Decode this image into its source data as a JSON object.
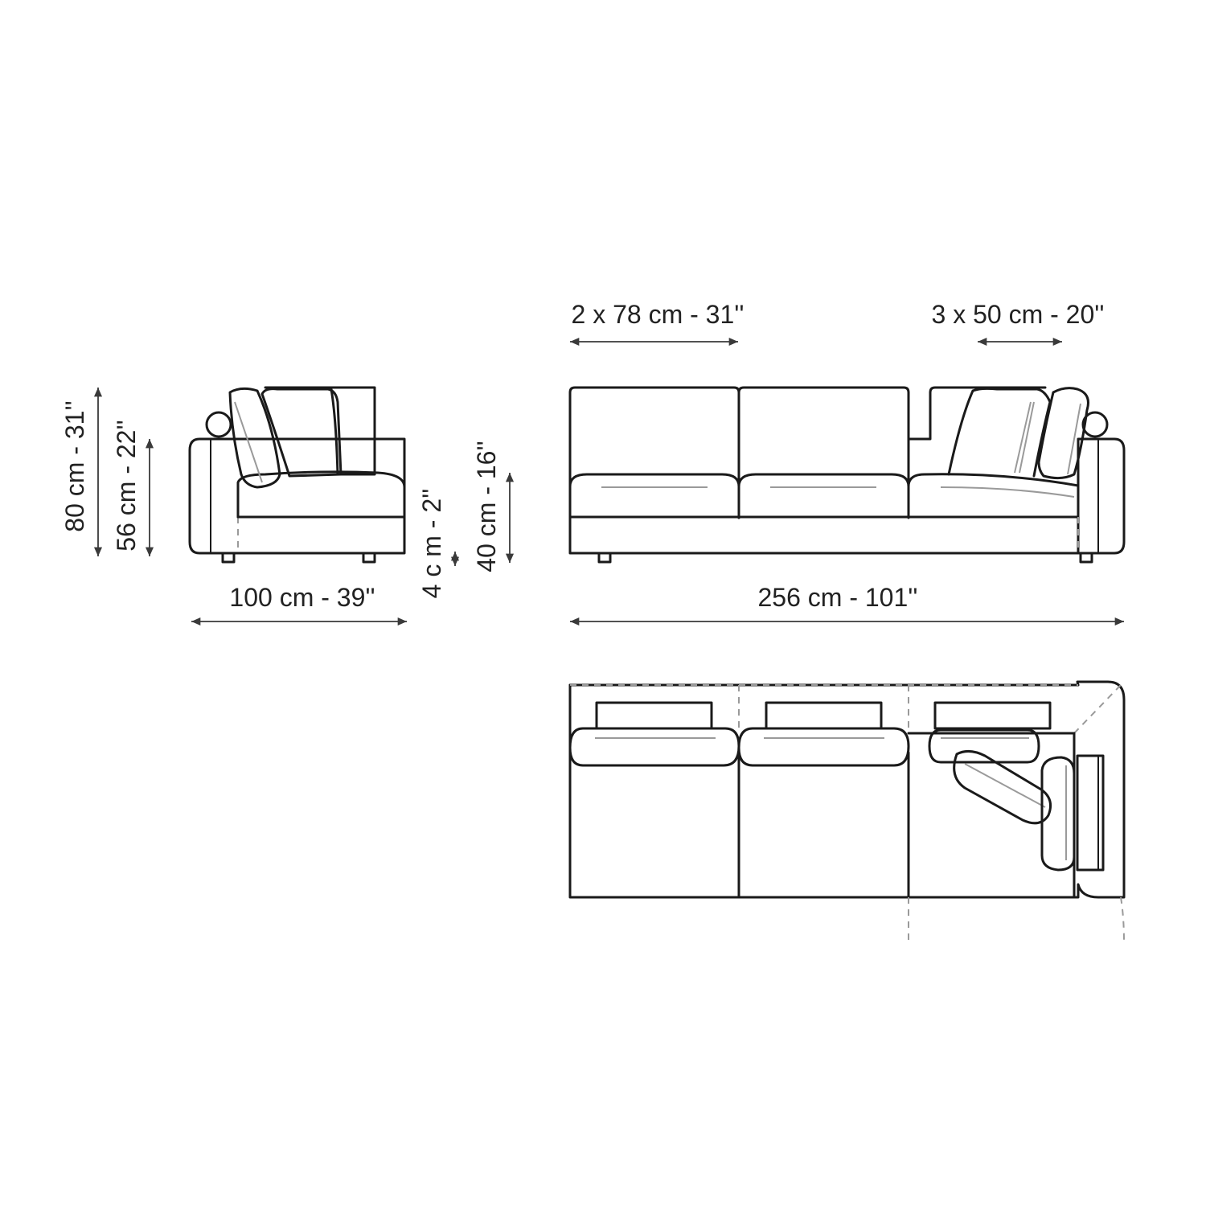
{
  "dimensions": {
    "side_height_total": "80 cm - 31''",
    "side_height_arm": "56 cm - 22''",
    "side_depth": "100 cm - 39''",
    "leg_height": "4 c m - 2''",
    "seat_height": "40 cm - 16''",
    "seat_width_large": "2 x 78 cm - 31''",
    "seat_width_small": "3 x 50 cm - 20''",
    "front_width": "256 cm - 101''"
  }
}
